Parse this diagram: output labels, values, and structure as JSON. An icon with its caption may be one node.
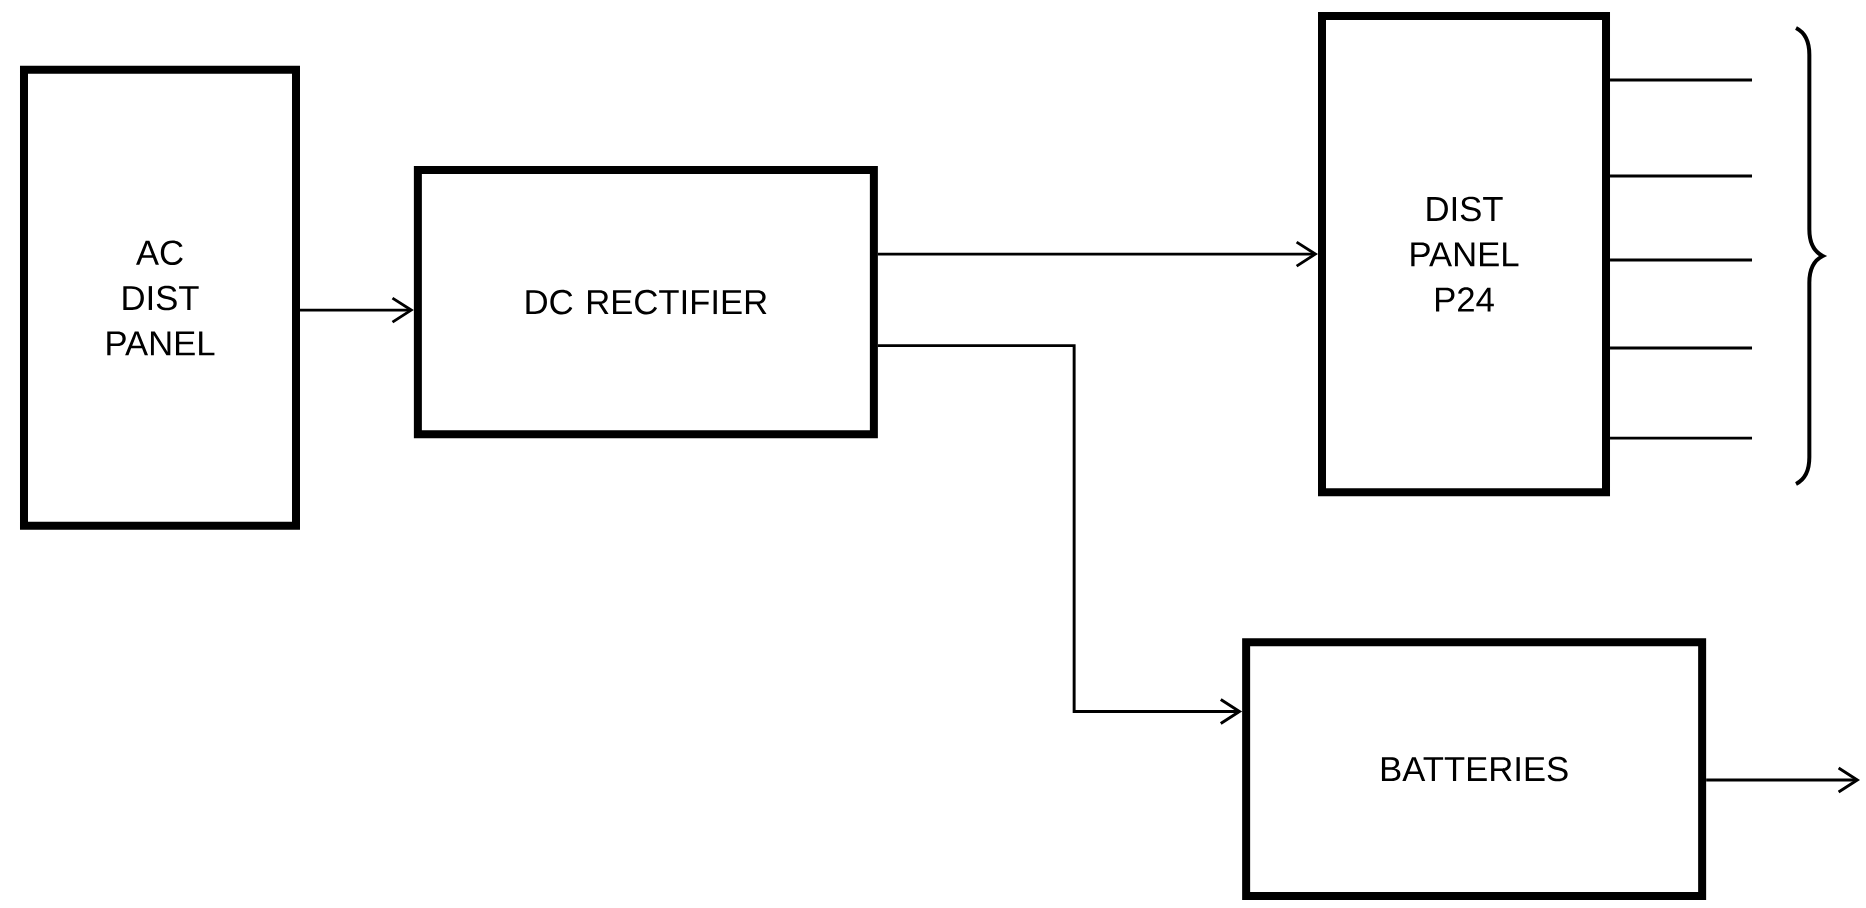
{
  "diagram": {
    "nodes": [
      {
        "text": [
          "AC DIST PANEL"
        ]
      },
      {
        "text": [
          "DC RECTIFIER"
        ]
      },
      {
        "text": [
          "DIST PANEL P24"
        ]
      },
      {
        "text": [
          "BATTERIES"
        ]
      }
    ],
    "edges": [
      {
        "from": 0,
        "to": 1,
        "arrow": "to"
      },
      {
        "from": 1,
        "to": 2,
        "arrow": "to"
      },
      {
        "from": 1,
        "to": 3,
        "arrow": "to"
      },
      {
        "from": 3,
        "to": null,
        "arrow": "to"
      },
      {
        "from": 2,
        "to": null,
        "arrow": "none"
      },
      {
        "from": 2,
        "to": null,
        "arrow": "none"
      },
      {
        "from": 2,
        "to": null,
        "arrow": "none"
      },
      {
        "from": 2,
        "to": null,
        "arrow": "none"
      },
      {
        "from": 2,
        "to": null,
        "arrow": "none"
      }
    ]
  }
}
